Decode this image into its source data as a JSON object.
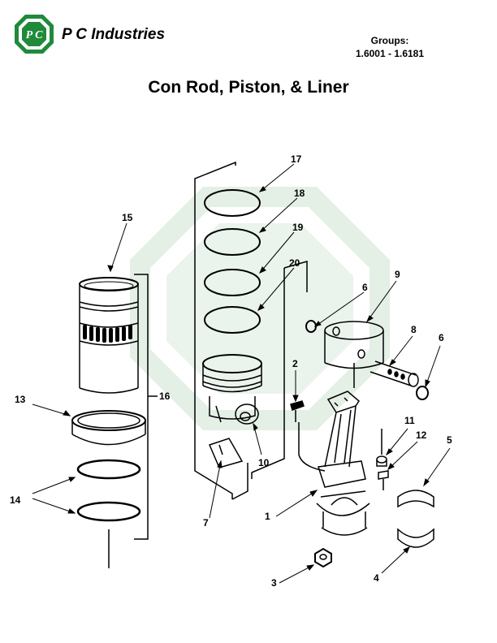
{
  "header": {
    "logo_text": "P C",
    "brand": "P C Industries",
    "groups_label": "Groups:",
    "groups_range": "1.6001 - 1.6181"
  },
  "title": "Con Rod, Piston, & Liner",
  "callouts": {
    "c1": "1",
    "c2": "2",
    "c3": "3",
    "c4": "4",
    "c5": "5",
    "c6a": "6",
    "c6b": "6",
    "c7": "7",
    "c8": "8",
    "c9": "9",
    "c10": "10",
    "c11": "11",
    "c12": "12",
    "c13": "13",
    "c14": "14",
    "c15": "15",
    "c16": "16",
    "c17": "17",
    "c18": "18",
    "c19": "19",
    "c20": "20"
  },
  "colors": {
    "brand_green": "#1f8a3a",
    "watermark": "#e4efe6",
    "line": "#000000"
  }
}
